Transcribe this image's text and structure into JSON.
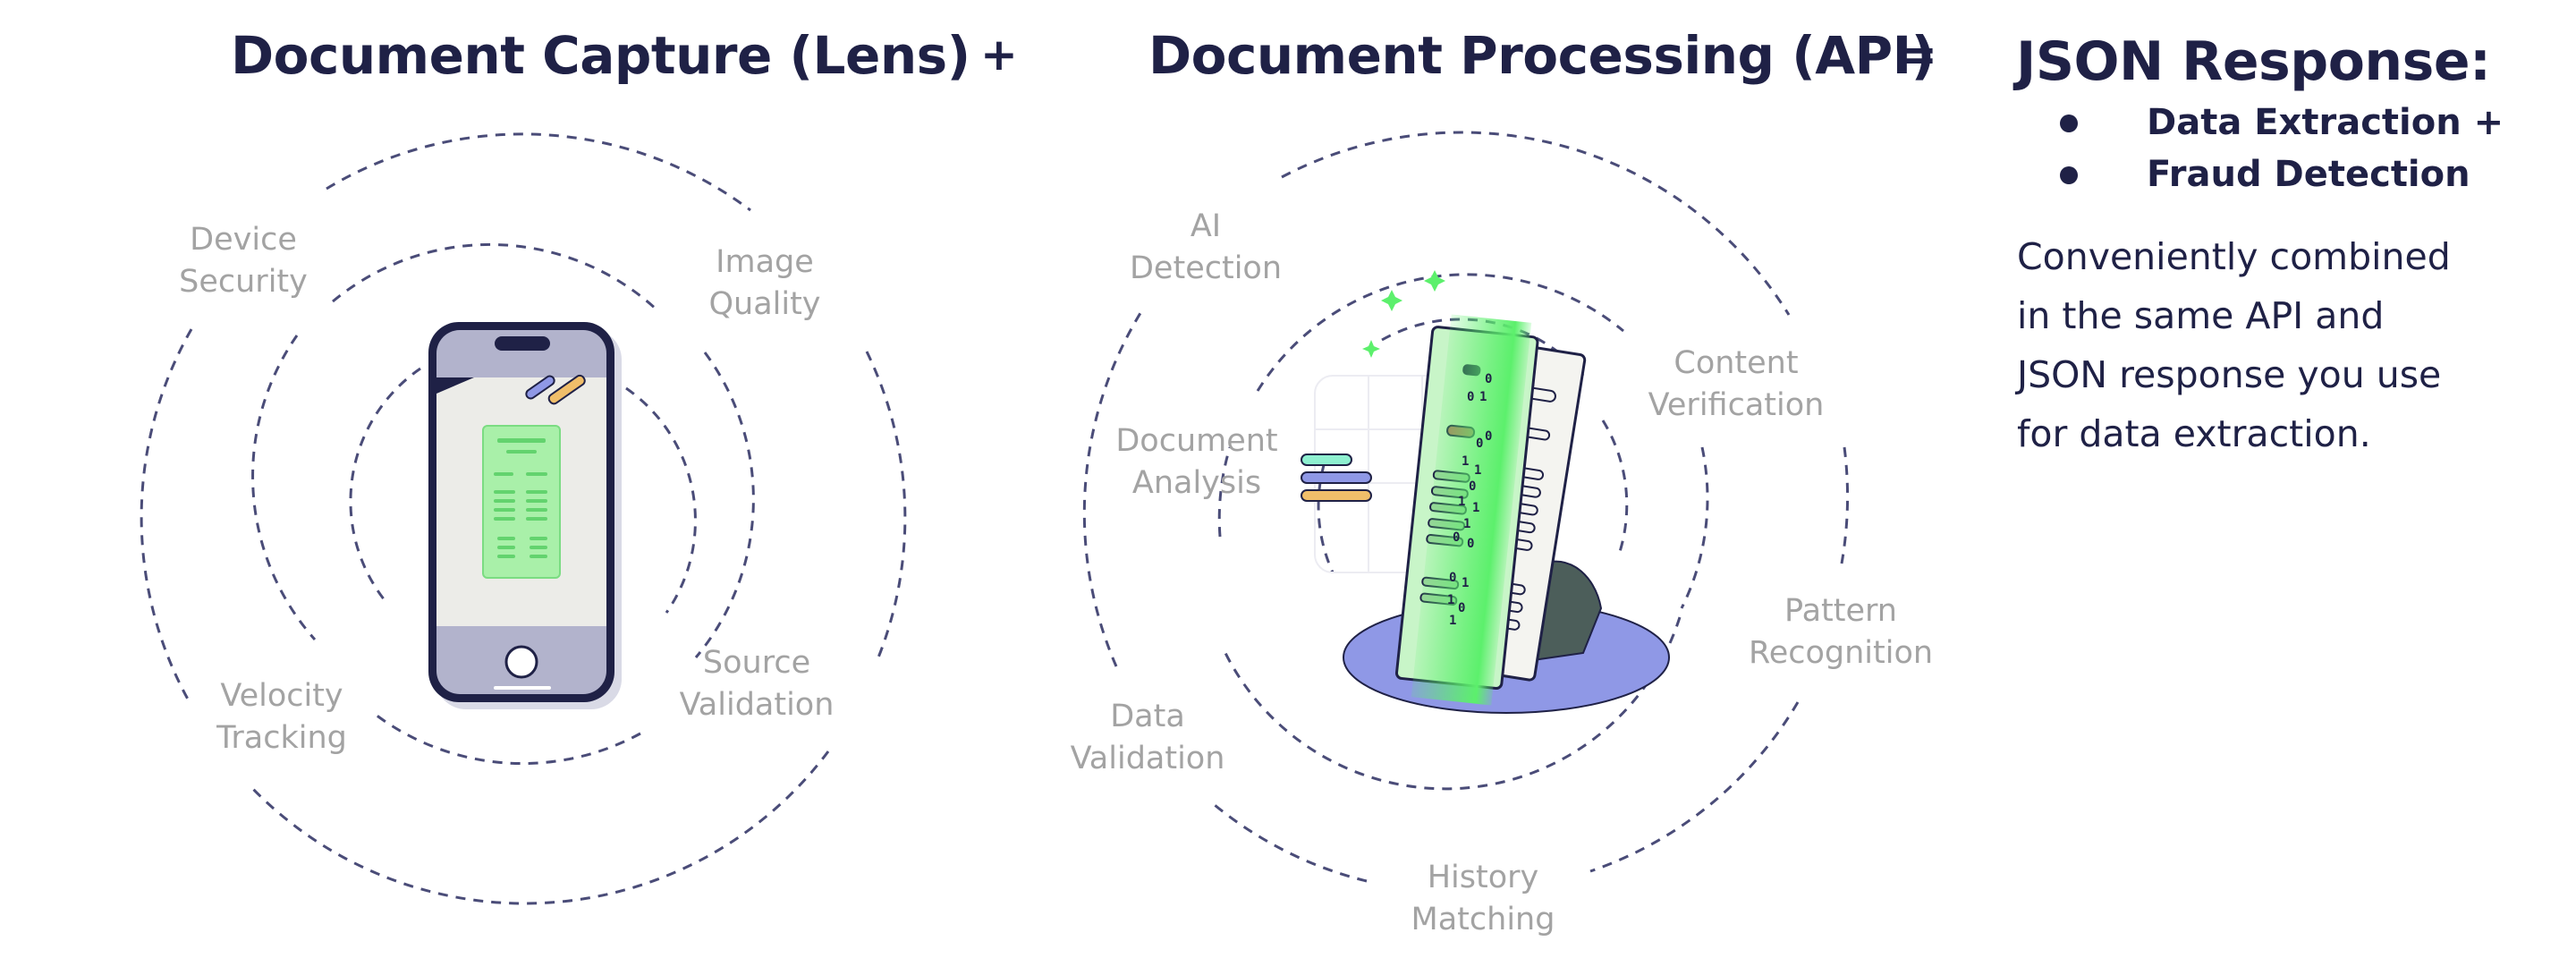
{
  "headings": {
    "capture": "Document Capture (Lens)",
    "processing": "Document Processing (API)",
    "plus": "+",
    "equals": "=",
    "response": "JSON Response:"
  },
  "capture_labels": {
    "device_security": "Device\nSecurity",
    "image_quality": "Image\nQuality",
    "source_validation": "Source\nValidation",
    "velocity_tracking": "Velocity\nTracking"
  },
  "processing_labels": {
    "ai_detection": "AI\nDetection",
    "content_verification": "Content\nVerification",
    "document_analysis": "Document\nAnalysis",
    "pattern_recognition": "Pattern\nRecognition",
    "data_validation": "Data\nValidation",
    "history_matching": "History\nMatching"
  },
  "response": {
    "bullets": [
      "Data Extraction +",
      "Fraud Detection"
    ],
    "description": "Conveniently combined in the same API and JSON response you use for data extraction."
  },
  "colors": {
    "navy": "#1f2146",
    "label_gray": "#a3a3a3",
    "ring_dash": "#4a4c78",
    "scan_green": "#5cf06c",
    "periwinkle": "#8f98e6",
    "dark_slate": "#4c5e5a",
    "phone_lavender": "#b2b3cc"
  },
  "icons": [
    "smartphone-icon",
    "document-scan-illustration"
  ]
}
